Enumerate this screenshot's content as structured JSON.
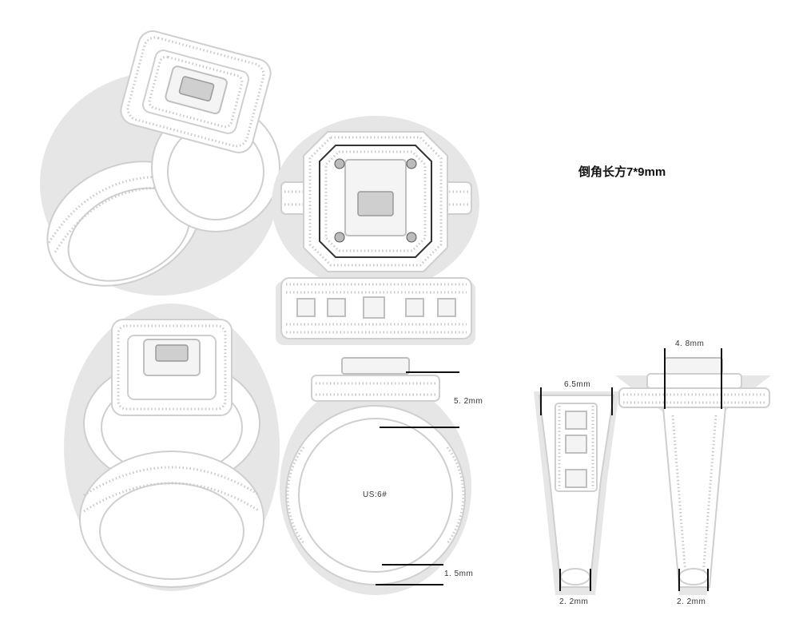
{
  "title": "倒角长方7*9mm",
  "dimensions": {
    "top_height": "5. 2mm",
    "ring_size": "US:6#",
    "shank_bottom_thickness": "1. 5mm",
    "front_width": "6.5mm",
    "front_bottom": "2. 2mm",
    "side_top": "4. 8mm",
    "side_bottom": "2. 2mm"
  }
}
